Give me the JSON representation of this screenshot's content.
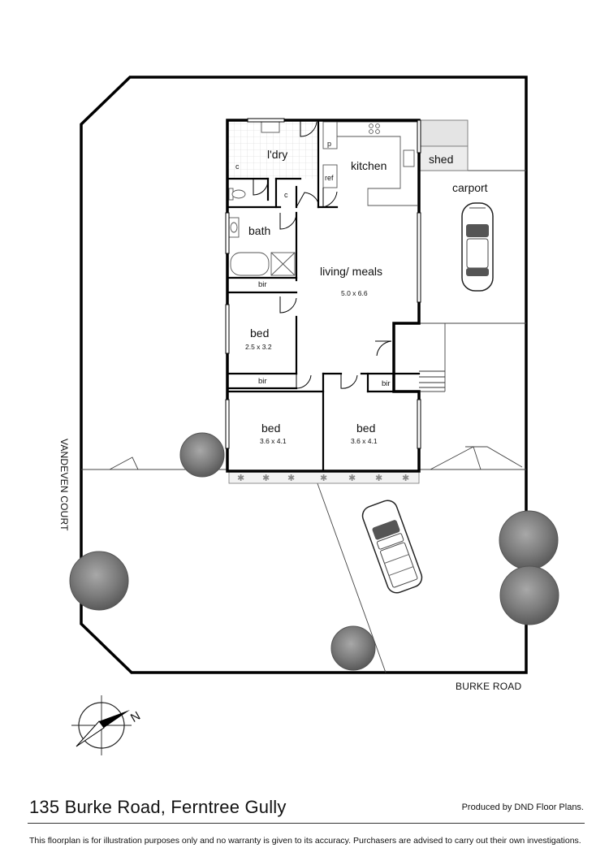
{
  "rooms": {
    "laundry": "l'dry",
    "kitchen": "kitchen",
    "pantry": "p",
    "fridge": "ref",
    "cupboard": "c",
    "bath": "bath",
    "bir": "bir",
    "living": "living/ meals",
    "living_size": "5.0 x 6.6",
    "bed": "bed",
    "bed1_size": "2.5 x 3.2",
    "bed2_size": "3.6 x 4.1",
    "bed3_size": "3.6 x 4.1",
    "shed": "shed",
    "carport": "carport"
  },
  "streets": {
    "side": "VANDEVEN COURT",
    "front": "BURKE ROAD"
  },
  "compass": {
    "north_letter": "N"
  },
  "footer": {
    "title": "135 Burke Road, Ferntree Gully",
    "credit": "Produced by DND Floor Plans.",
    "disclaimer": "This floorplan is for illustration purposes only and no warranty is given to its accuracy. Purchasers are advised to carry out their own investigations."
  },
  "colors": {
    "wall": "#000000",
    "tree": "#7a7a7a",
    "tile": "#cfcfcf",
    "shed_fill": "#e4e4e4"
  }
}
